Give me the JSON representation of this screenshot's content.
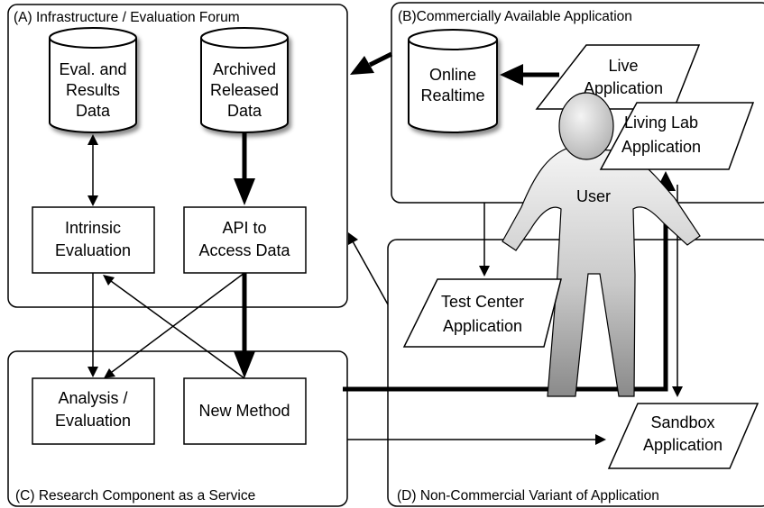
{
  "panels": {
    "a_title": "(A) Infrastructure / Evaluation Forum",
    "b_title": "(B)Commercially Available Application",
    "c_title": "(C) Research Component as a Service",
    "d_title": "(D) Non-Commercial Variant of Application"
  },
  "databases": {
    "eval_results": [
      "Eval. and",
      "Results",
      "Data"
    ],
    "archived": [
      "Archived",
      "Released",
      "Data"
    ],
    "online": [
      "Online",
      "Realtime"
    ]
  },
  "boxes": {
    "intrinsic": [
      "Intrinsic",
      "Evaluation"
    ],
    "api": [
      "API to",
      "Access Data"
    ],
    "analysis": [
      "Analysis /",
      "Evaluation"
    ],
    "new_method": [
      "New Method"
    ]
  },
  "applications": {
    "live": [
      "Live",
      "Application"
    ],
    "living_lab": [
      "Living Lab",
      "Application"
    ],
    "test_center": [
      "Test Center",
      "Application"
    ],
    "sandbox": [
      "Sandbox",
      "Application"
    ]
  },
  "user": {
    "label": "User"
  },
  "colors": {
    "stroke": "#000000",
    "fill": "#ffffff",
    "user_light": "#f2f2f2",
    "user_dark": "#8c8c8c"
  }
}
